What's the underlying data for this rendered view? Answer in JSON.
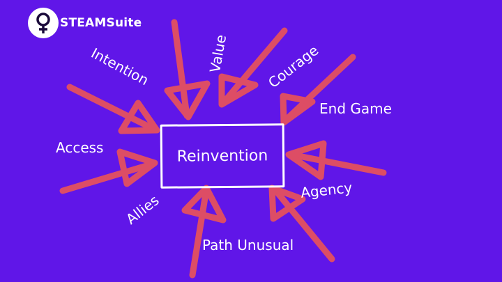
{
  "logo": {
    "brand": "STEAMSuite",
    "icon": "venus-symbol-icon"
  },
  "center": {
    "label": "Reinvention"
  },
  "labels": {
    "intention": "Intention",
    "value": "Value",
    "courage": "Courage",
    "end_game": "End Game",
    "access": "Access",
    "agency": "Agency",
    "allies": "Allies",
    "path_unusual": "Path Unusual"
  },
  "colors": {
    "background": "#6016E8",
    "arrow": "#E8525A",
    "text": "#FFFFFF"
  }
}
